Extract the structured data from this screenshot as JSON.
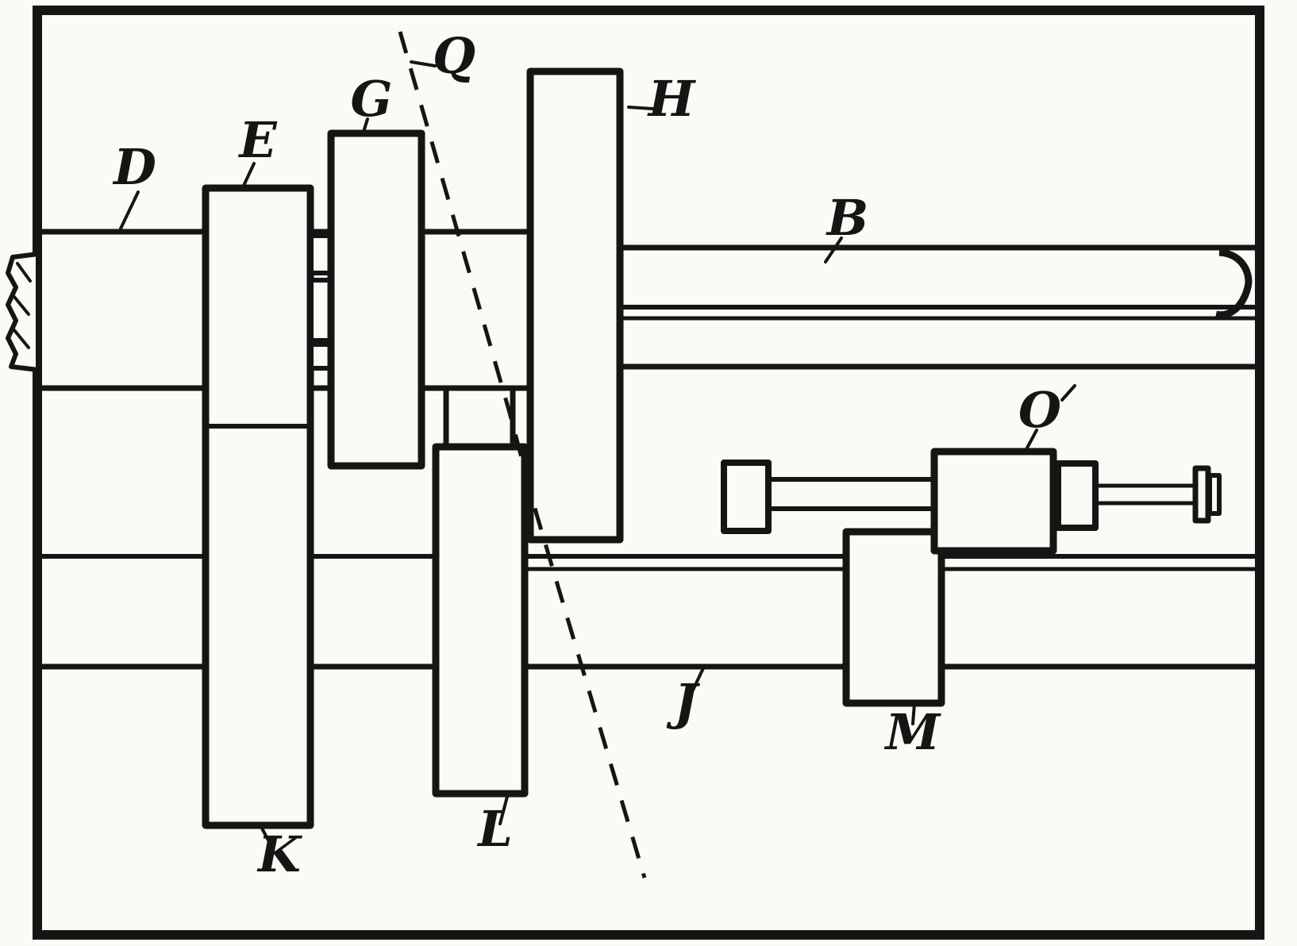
{
  "figure": {
    "background": "#fbfaf7",
    "ink": "#171513",
    "labels": {
      "D": "D",
      "E": "E",
      "G": "G",
      "Q": "Q",
      "H": "H",
      "B": "B",
      "O": "O",
      "K": "K",
      "L": "L",
      "J": "J",
      "M": "M"
    }
  }
}
